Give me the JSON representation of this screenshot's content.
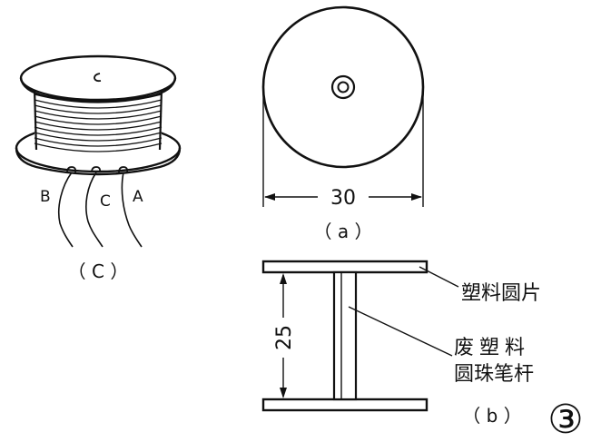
{
  "figure": {
    "number": "③",
    "view_c": {
      "caption": "（ C ）",
      "lead_labels": [
        "B",
        "C",
        "A"
      ]
    },
    "view_a": {
      "caption": "（ a ）",
      "dimension": "30"
    },
    "view_b": {
      "caption": "（ b ）",
      "dimension": "25",
      "label_disc": "塑料圆片",
      "label_rod_line1": "废塑料",
      "label_rod_line2": "圆珠笔杆"
    }
  }
}
